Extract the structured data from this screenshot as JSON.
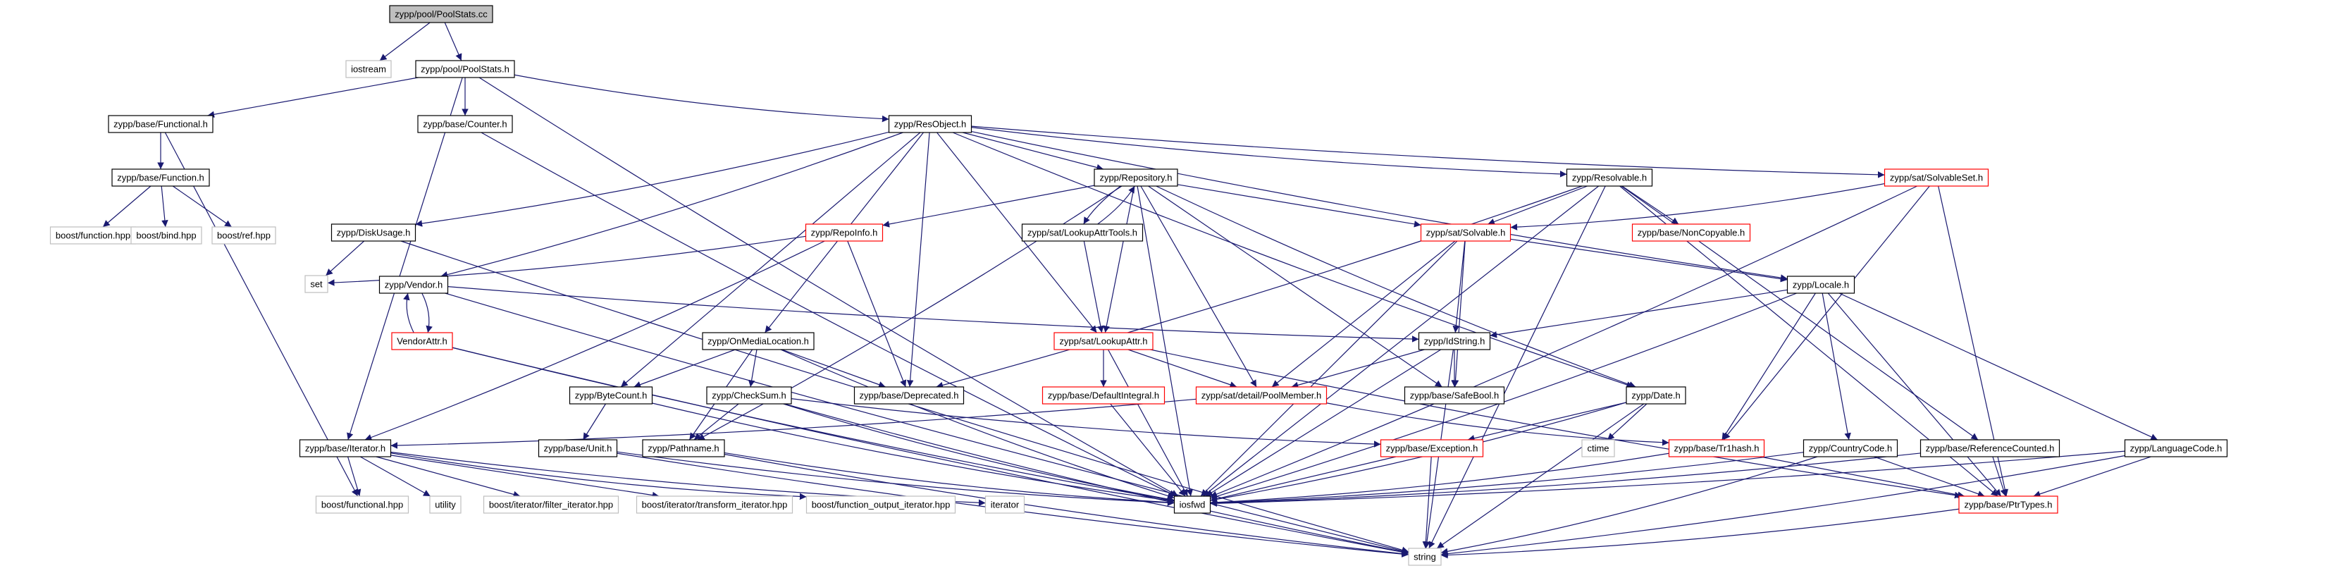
{
  "colors": {
    "edge": "#191970",
    "root_fill": "#bfbfbf",
    "doc_border": "#000000",
    "nodoc_border": "#bfbfbf",
    "incomplete_border": "#ff0000",
    "text": "#000000",
    "nodoc_text": "#000000"
  },
  "nodes": [
    {
      "id": "root",
      "label": "zypp/pool/PoolStats.cc",
      "kind": "root"
    },
    {
      "id": "iostream",
      "label": "iostream",
      "kind": "nodoc"
    },
    {
      "id": "poolstats_h",
      "label": "zypp/pool/PoolStats.h",
      "kind": "doc"
    },
    {
      "id": "functional_h",
      "label": "zypp/base/Functional.h",
      "kind": "doc"
    },
    {
      "id": "counter_h",
      "label": "zypp/base/Counter.h",
      "kind": "doc"
    },
    {
      "id": "resobject_h",
      "label": "zypp/ResObject.h",
      "kind": "doc"
    },
    {
      "id": "function_h",
      "label": "zypp/base/Function.h",
      "kind": "doc"
    },
    {
      "id": "boost_function",
      "label": "boost/function.hpp",
      "kind": "nodoc"
    },
    {
      "id": "boost_bind",
      "label": "boost/bind.hpp",
      "kind": "nodoc"
    },
    {
      "id": "boost_ref",
      "label": "boost/ref.hpp",
      "kind": "nodoc"
    },
    {
      "id": "diskusage_h",
      "label": "zypp/DiskUsage.h",
      "kind": "doc"
    },
    {
      "id": "set",
      "label": "set",
      "kind": "nodoc"
    },
    {
      "id": "repository_h",
      "label": "zypp/Repository.h",
      "kind": "doc"
    },
    {
      "id": "repoinfo_h",
      "label": "zypp/RepoInfo.h",
      "kind": "incomplete"
    },
    {
      "id": "lookupattrtools_h",
      "label": "zypp/sat/LookupAttrTools.h",
      "kind": "doc"
    },
    {
      "id": "resolvable_h",
      "label": "zypp/Resolvable.h",
      "kind": "doc"
    },
    {
      "id": "solvableset_h",
      "label": "zypp/sat/SolvableSet.h",
      "kind": "incomplete"
    },
    {
      "id": "solvable_h",
      "label": "zypp/sat/Solvable.h",
      "kind": "incomplete"
    },
    {
      "id": "noncopyable_h",
      "label": "zypp/base/NonCopyable.h",
      "kind": "incomplete"
    },
    {
      "id": "vendor_h",
      "label": "zypp/Vendor.h",
      "kind": "doc"
    },
    {
      "id": "vendorattr_h",
      "label": "VendorAttr.h",
      "kind": "incomplete"
    },
    {
      "id": "locale_h",
      "label": "zypp/Locale.h",
      "kind": "doc"
    },
    {
      "id": "onmedialocation_h",
      "label": "zypp/OnMediaLocation.h",
      "kind": "doc"
    },
    {
      "id": "lookupattr_h",
      "label": "zypp/sat/LookupAttr.h",
      "kind": "incomplete"
    },
    {
      "id": "idstring_h",
      "label": "zypp/IdString.h",
      "kind": "doc"
    },
    {
      "id": "bytecount_h",
      "label": "zypp/ByteCount.h",
      "kind": "doc"
    },
    {
      "id": "checksum_h",
      "label": "zypp/CheckSum.h",
      "kind": "doc"
    },
    {
      "id": "deprecated_h",
      "label": "zypp/base/Deprecated.h",
      "kind": "doc"
    },
    {
      "id": "defaultintegral_h",
      "label": "zypp/base/DefaultIntegral.h",
      "kind": "incomplete"
    },
    {
      "id": "poolmember_h",
      "label": "zypp/sat/detail/PoolMember.h",
      "kind": "incomplete"
    },
    {
      "id": "safebool_h",
      "label": "zypp/base/SafeBool.h",
      "kind": "doc"
    },
    {
      "id": "date_h",
      "label": "zypp/Date.h",
      "kind": "doc"
    },
    {
      "id": "unit_h",
      "label": "zypp/base/Unit.h",
      "kind": "doc"
    },
    {
      "id": "pathname_h",
      "label": "zypp/Pathname.h",
      "kind": "doc"
    },
    {
      "id": "iterator_h",
      "label": "zypp/base/Iterator.h",
      "kind": "doc"
    },
    {
      "id": "exception_h",
      "label": "zypp/base/Exception.h",
      "kind": "incomplete"
    },
    {
      "id": "ctime",
      "label": "ctime",
      "kind": "nodoc"
    },
    {
      "id": "tr1hash_h",
      "label": "zypp/base/Tr1hash.h",
      "kind": "incomplete"
    },
    {
      "id": "countrycode_h",
      "label": "zypp/CountryCode.h",
      "kind": "doc"
    },
    {
      "id": "referencecounted_h",
      "label": "zypp/base/ReferenceCounted.h",
      "kind": "doc"
    },
    {
      "id": "languagecode_h",
      "label": "zypp/LanguageCode.h",
      "kind": "doc"
    },
    {
      "id": "boost_functional",
      "label": "boost/functional.hpp",
      "kind": "nodoc"
    },
    {
      "id": "utility",
      "label": "utility",
      "kind": "nodoc"
    },
    {
      "id": "filter_iterator",
      "label": "boost/iterator/filter_iterator.hpp",
      "kind": "nodoc"
    },
    {
      "id": "transform_iterator",
      "label": "boost/iterator/transform_iterator.hpp",
      "kind": "nodoc"
    },
    {
      "id": "function_output_iterator",
      "label": "boost/function_output_iterator.hpp",
      "kind": "nodoc"
    },
    {
      "id": "iterator",
      "label": "iterator",
      "kind": "nodoc"
    },
    {
      "id": "iosfwd",
      "label": "iosfwd",
      "kind": "doc"
    },
    {
      "id": "ptrtypes_h",
      "label": "zypp/base/PtrTypes.h",
      "kind": "incomplete"
    },
    {
      "id": "string",
      "label": "string",
      "kind": "nodoc"
    }
  ],
  "edges": [
    [
      "root",
      "iostream"
    ],
    [
      "root",
      "poolstats_h"
    ],
    [
      "poolstats_h",
      "functional_h"
    ],
    [
      "poolstats_h",
      "counter_h"
    ],
    [
      "poolstats_h",
      "resobject_h"
    ],
    [
      "poolstats_h",
      "iterator_h"
    ],
    [
      "poolstats_h",
      "iosfwd"
    ],
    [
      "functional_h",
      "function_h"
    ],
    [
      "functional_h",
      "boost_functional"
    ],
    [
      "function_h",
      "boost_function"
    ],
    [
      "function_h",
      "boost_bind"
    ],
    [
      "function_h",
      "boost_ref"
    ],
    [
      "counter_h",
      "iosfwd"
    ],
    [
      "resobject_h",
      "diskusage_h"
    ],
    [
      "resobject_h",
      "vendor_h"
    ],
    [
      "resobject_h",
      "bytecount_h"
    ],
    [
      "resobject_h",
      "onmedialocation_h"
    ],
    [
      "resobject_h",
      "deprecated_h"
    ],
    [
      "resobject_h",
      "lookupattr_h"
    ],
    [
      "resobject_h",
      "repository_h"
    ],
    [
      "resobject_h",
      "resolvable_h"
    ],
    [
      "resobject_h",
      "solvableset_h"
    ],
    [
      "resobject_h",
      "locale_h"
    ],
    [
      "resobject_h",
      "date_h"
    ],
    [
      "diskusage_h",
      "set"
    ],
    [
      "diskusage_h",
      "string"
    ],
    [
      "repository_h",
      "repoinfo_h"
    ],
    [
      "repository_h",
      "lookupattrtools_h"
    ],
    [
      "repository_h",
      "lookupattr_h"
    ],
    [
      "repository_h",
      "solvable_h"
    ],
    [
      "repository_h",
      "poolmember_h"
    ],
    [
      "repository_h",
      "safebool_h"
    ],
    [
      "repository_h",
      "pathname_h"
    ],
    [
      "repository_h",
      "iosfwd"
    ],
    [
      "repository_h",
      "date_h"
    ],
    [
      "repoinfo_h",
      "set"
    ],
    [
      "repoinfo_h",
      "iterator_h"
    ],
    [
      "repoinfo_h",
      "deprecated_h"
    ],
    [
      "lookupattrtools_h",
      "repository_h"
    ],
    [
      "lookupattrtools_h",
      "lookupattr_h"
    ],
    [
      "resolvable_h",
      "solvable_h"
    ],
    [
      "resolvable_h",
      "noncopyable_h"
    ],
    [
      "resolvable_h",
      "deprecated_h"
    ],
    [
      "resolvable_h",
      "iosfwd"
    ],
    [
      "resolvable_h",
      "referencecounted_h"
    ],
    [
      "resolvable_h",
      "ptrtypes_h"
    ],
    [
      "resolvable_h",
      "string"
    ],
    [
      "solvableset_h",
      "solvable_h"
    ],
    [
      "solvableset_h",
      "tr1hash_h"
    ],
    [
      "solvableset_h",
      "ptrtypes_h"
    ],
    [
      "solvableset_h",
      "iosfwd"
    ],
    [
      "solvable_h",
      "idstring_h"
    ],
    [
      "solvable_h",
      "poolmember_h"
    ],
    [
      "solvable_h",
      "safebool_h"
    ],
    [
      "solvable_h",
      "locale_h"
    ],
    [
      "solvable_h",
      "iosfwd"
    ],
    [
      "vendor_h",
      "vendorattr_h"
    ],
    [
      "vendor_h",
      "idstring_h"
    ],
    [
      "vendor_h",
      "string"
    ],
    [
      "vendorattr_h",
      "vendor_h"
    ],
    [
      "vendorattr_h",
      "string"
    ],
    [
      "vendorattr_h",
      "iosfwd"
    ],
    [
      "locale_h",
      "idstring_h"
    ],
    [
      "locale_h",
      "countrycode_h"
    ],
    [
      "locale_h",
      "languagecode_h"
    ],
    [
      "locale_h",
      "tr1hash_h"
    ],
    [
      "locale_h",
      "ptrtypes_h"
    ],
    [
      "locale_h",
      "iosfwd"
    ],
    [
      "onmedialocation_h",
      "bytecount_h"
    ],
    [
      "onmedialocation_h",
      "checksum_h"
    ],
    [
      "onmedialocation_h",
      "deprecated_h"
    ],
    [
      "onmedialocation_h",
      "pathname_h"
    ],
    [
      "onmedialocation_h",
      "iosfwd"
    ],
    [
      "lookupattr_h",
      "defaultintegral_h"
    ],
    [
      "lookupattr_h",
      "poolmember_h"
    ],
    [
      "lookupattr_h",
      "ptrtypes_h"
    ],
    [
      "lookupattr_h",
      "iosfwd"
    ],
    [
      "idstring_h",
      "poolmember_h"
    ],
    [
      "idstring_h",
      "safebool_h"
    ],
    [
      "idstring_h",
      "iosfwd"
    ],
    [
      "idstring_h",
      "string"
    ],
    [
      "bytecount_h",
      "unit_h"
    ],
    [
      "bytecount_h",
      "iosfwd"
    ],
    [
      "checksum_h",
      "pathname_h"
    ],
    [
      "checksum_h",
      "exception_h"
    ],
    [
      "checksum_h",
      "string"
    ],
    [
      "checksum_h",
      "iosfwd"
    ],
    [
      "defaultintegral_h",
      "iosfwd"
    ],
    [
      "poolmember_h",
      "iterator_h"
    ],
    [
      "poolmember_h",
      "tr1hash_h"
    ],
    [
      "date_h",
      "exception_h"
    ],
    [
      "date_h",
      "ctime"
    ],
    [
      "date_h",
      "iosfwd"
    ],
    [
      "date_h",
      "string"
    ],
    [
      "unit_h",
      "string"
    ],
    [
      "unit_h",
      "iosfwd"
    ],
    [
      "pathname_h",
      "string"
    ],
    [
      "pathname_h",
      "iosfwd"
    ],
    [
      "iterator_h",
      "boost_functional"
    ],
    [
      "iterator_h",
      "utility"
    ],
    [
      "iterator_h",
      "filter_iterator"
    ],
    [
      "iterator_h",
      "transform_iterator"
    ],
    [
      "iterator_h",
      "function_output_iterator"
    ],
    [
      "iterator_h",
      "iterator"
    ],
    [
      "exception_h",
      "iosfwd"
    ],
    [
      "exception_h",
      "string"
    ],
    [
      "tr1hash_h",
      "iosfwd"
    ],
    [
      "tr1hash_h",
      "ptrtypes_h"
    ],
    [
      "countrycode_h",
      "iosfwd"
    ],
    [
      "countrycode_h",
      "string"
    ],
    [
      "countrycode_h",
      "ptrtypes_h"
    ],
    [
      "referencecounted_h",
      "iosfwd"
    ],
    [
      "referencecounted_h",
      "ptrtypes_h"
    ],
    [
      "languagecode_h",
      "iosfwd"
    ],
    [
      "languagecode_h",
      "string"
    ],
    [
      "languagecode_h",
      "ptrtypes_h"
    ],
    [
      "ptrtypes_h",
      "string"
    ]
  ]
}
